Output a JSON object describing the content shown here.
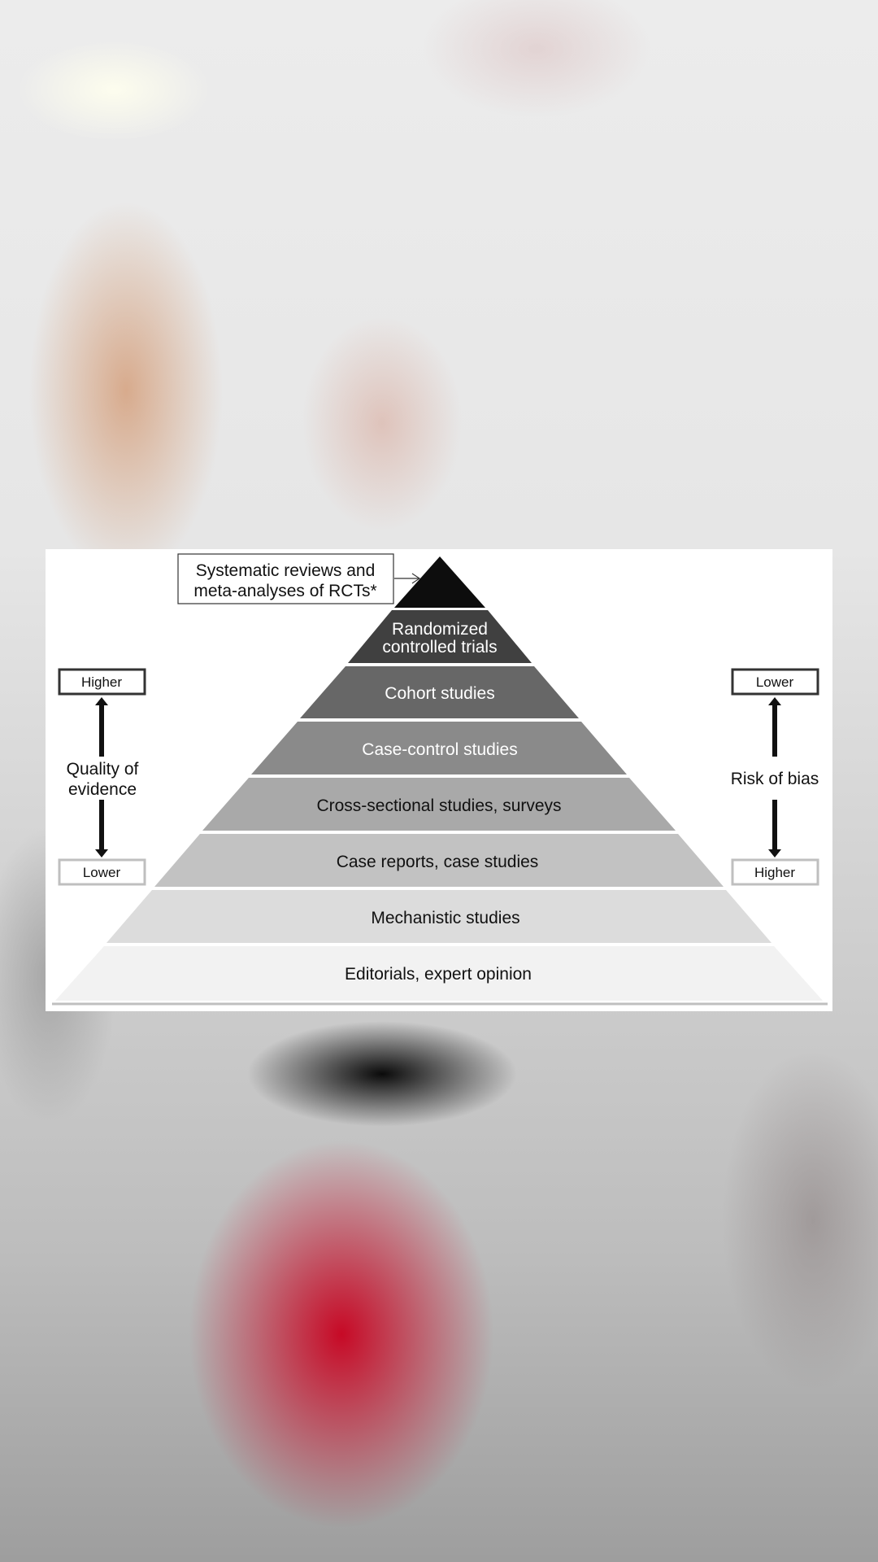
{
  "diagram": {
    "callout": {
      "line1": "Systematic reviews and",
      "line2": "meta-analyses of RCTs*"
    },
    "tiers": [
      {
        "line1": "",
        "line2": "",
        "fill": "#0d0d0d",
        "text_color": "#ffffff"
      },
      {
        "line1": "Randomized",
        "line2": "controlled trials",
        "fill": "#404040",
        "text_color": "#ffffff"
      },
      {
        "line1": "Cohort studies",
        "line2": "",
        "fill": "#676767",
        "text_color": "#ffffff"
      },
      {
        "line1": "Case-control studies",
        "line2": "",
        "fill": "#8a8a8a",
        "text_color": "#ffffff"
      },
      {
        "line1": "Cross-sectional studies, surveys",
        "line2": "",
        "fill": "#a9a9a9",
        "text_color": "#111111"
      },
      {
        "line1": "Case reports, case studies",
        "line2": "",
        "fill": "#c2c2c2",
        "text_color": "#111111"
      },
      {
        "line1": "Mechanistic studies",
        "line2": "",
        "fill": "#dcdcdc",
        "text_color": "#111111"
      },
      {
        "line1": "Editorials, expert opinion",
        "line2": "",
        "fill": "#f2f2f2",
        "text_color": "#111111"
      }
    ],
    "left_axis": {
      "top_box": "Higher",
      "label_line1": "Quality of",
      "label_line2": "evidence",
      "bottom_box": "Lower"
    },
    "right_axis": {
      "top_box": "Lower",
      "label_line1": "Risk of bias",
      "bottom_box": "Higher"
    }
  }
}
